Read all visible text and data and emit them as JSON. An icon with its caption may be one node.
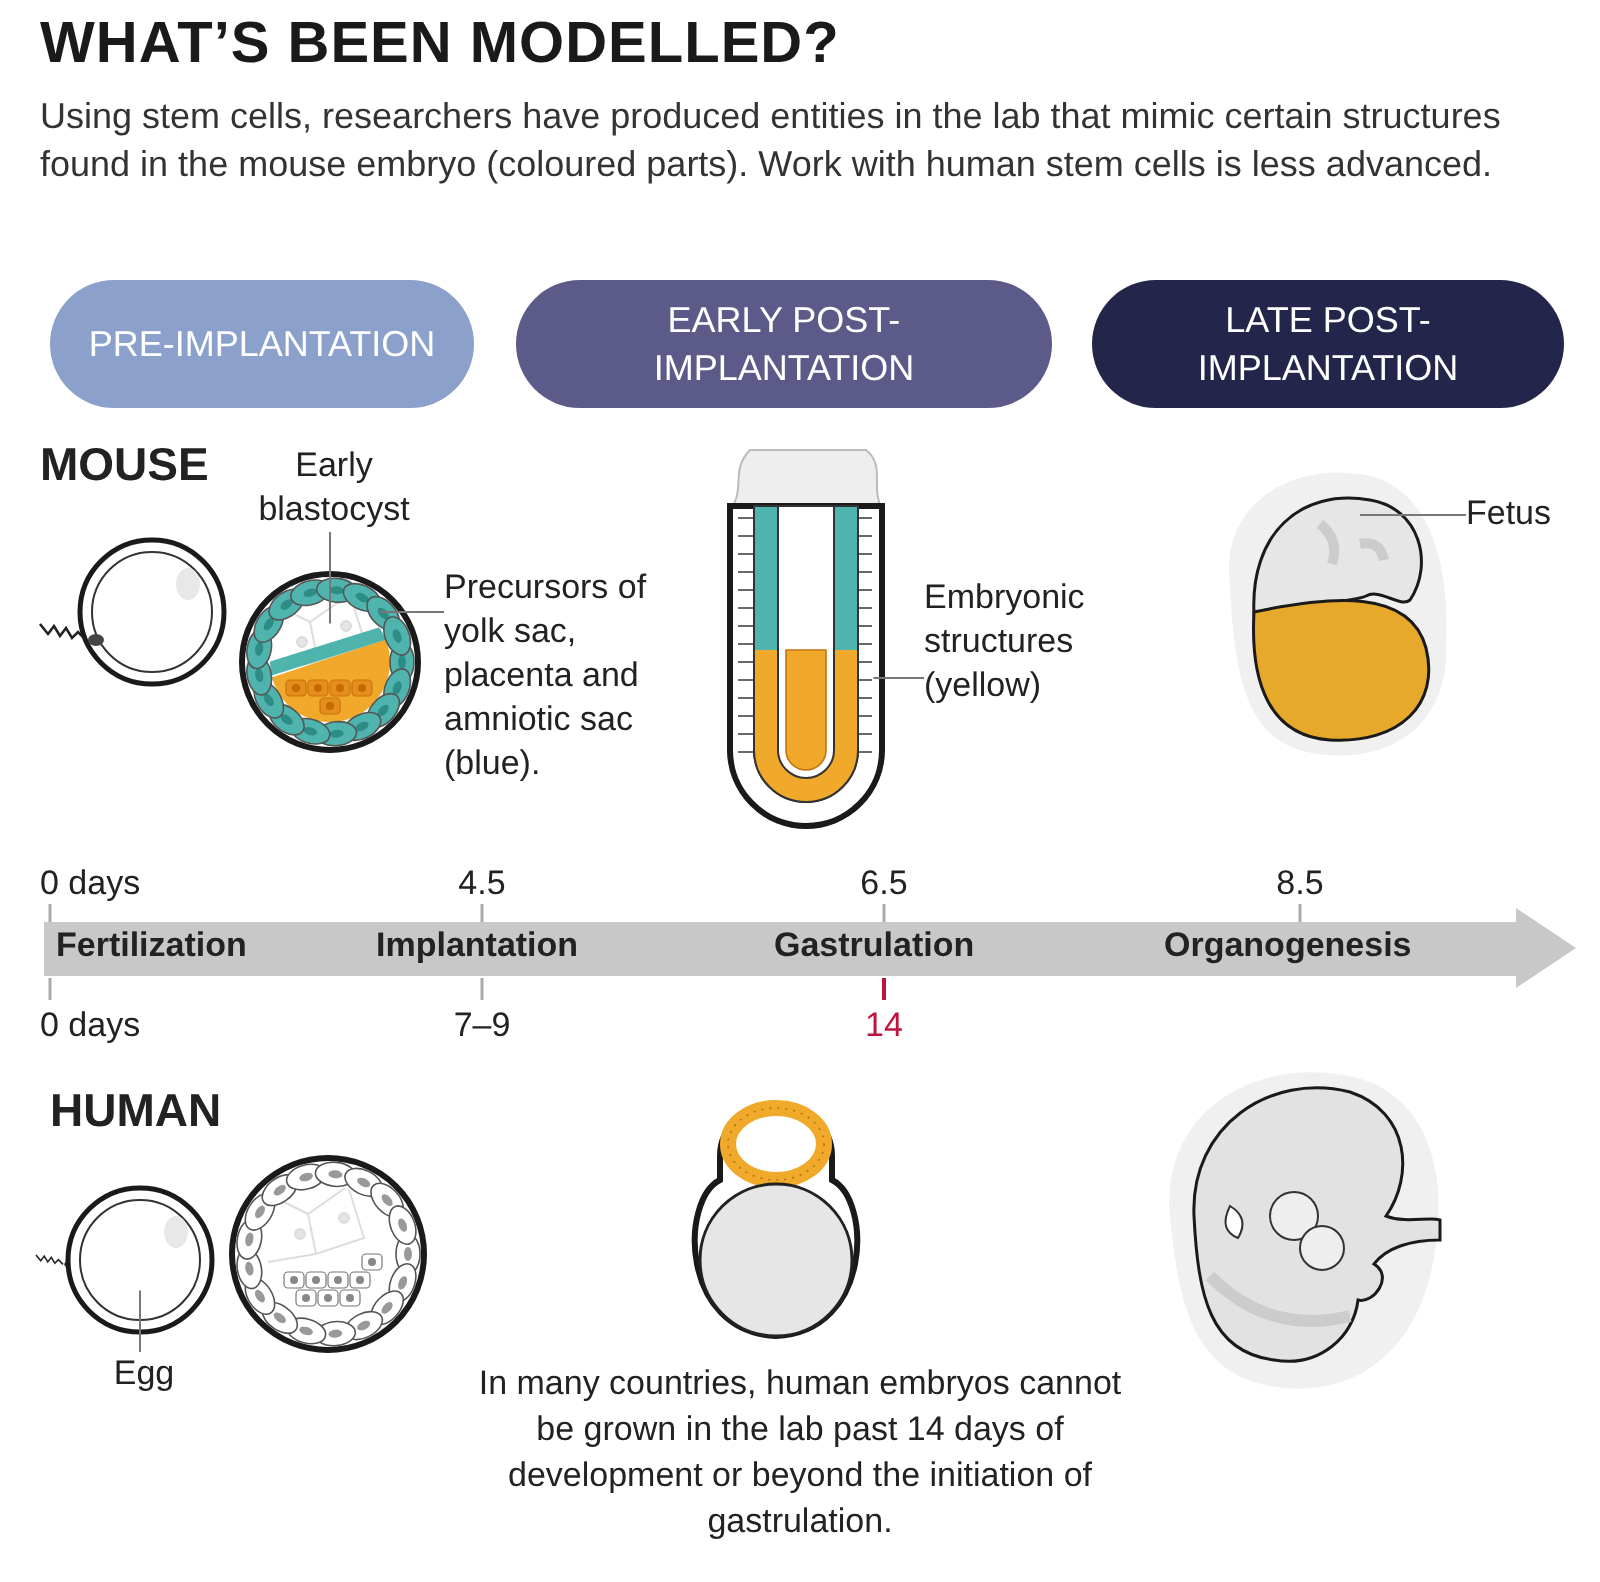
{
  "diagram": {
    "title": "WHAT’S BEEN MODELLED?",
    "caption": "Using stem cells, researchers have produced entities in the lab that mimic certain structures found in the mouse embryo (coloured parts). Work with human stem cells is less advanced.",
    "nodes": [
      {
        "text": [
          "PRE-IMPLANTATION"
        ]
      },
      {
        "text": [
          "EARLY POST-IMPLANTATION"
        ]
      },
      {
        "text": [
          "LATE POST-IMPLANTATION"
        ]
      },
      {
        "text": [
          "Early blastocyst"
        ]
      },
      {
        "text": [],
        "shape": "picture"
      },
      {
        "text": [
          "Precursors of yolk sac, placenta and amniotic sac (blue)."
        ]
      },
      {
        "text": [],
        "shape": "picture"
      },
      {
        "text": [
          "Embryonic structures (yellow)"
        ]
      },
      {
        "text": [
          "Fetus"
        ]
      },
      {
        "text": [],
        "shape": "picture"
      },
      {
        "text": [
          "Fertilization",
          "Implantation",
          "Gastrulation",
          "Organogenesis"
        ],
        "beside": [
          "0 days",
          "4.5",
          "6.5",
          "8.5",
          "0 days",
          "7–9",
          "14"
        ]
      },
      {
        "text": [],
        "shape": "picture"
      },
      {
        "text": [
          "Egg"
        ]
      }
    ],
    "edges": [
      {
        "from": 3,
        "to": 4,
        "arrow": "none"
      },
      {
        "from": 5,
        "to": 4,
        "arrow": "none"
      },
      {
        "from": 7,
        "to": 6,
        "arrow": "none"
      },
      {
        "from": 8,
        "to": 9,
        "arrow": "none"
      },
      {
        "from": 12,
        "to": 11,
        "arrow": "none"
      }
    ],
    "labels": [
      "MOUSE",
      "HUMAN",
      "In many countries, human embryos cannot be grown in the lab past 14 days of development or beyond the initiation of gastrulation."
    ]
  }
}
